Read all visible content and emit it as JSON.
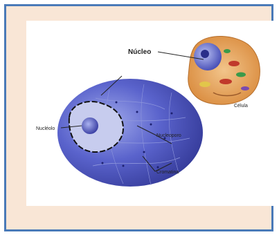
{
  "diagram": {
    "labels": {
      "nucleus": "Núcleo",
      "cell": "Célula",
      "nucleolus": "Nucléolo",
      "nuclear_pore": "Nucleoporo",
      "chromatin": "Cromatina"
    },
    "colors": {
      "frame_border": "#4a7ab8",
      "frame_background": "#f9e6d6",
      "nucleus_fill": "#4a4fc0",
      "cell_fill": "#e7a25a"
    }
  }
}
